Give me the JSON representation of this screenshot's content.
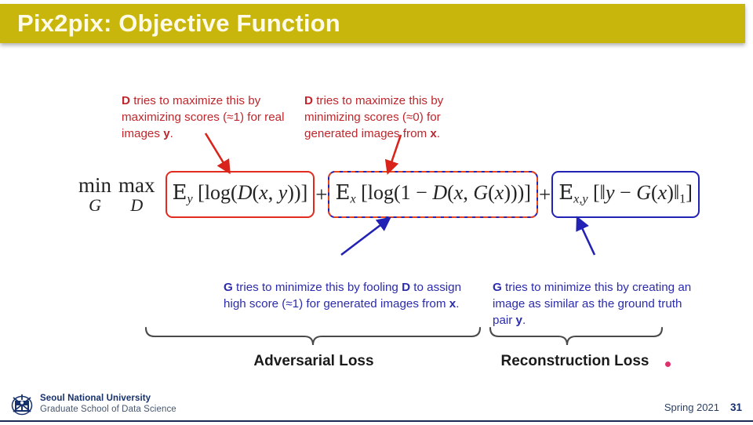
{
  "slide": {
    "title": "Pix2pix: Objective Function",
    "title_bar_color": "#c9b60c",
    "title_text_color": "#fdfbe8"
  },
  "annotations": {
    "top_left": {
      "lead": "D",
      "text": " tries to maximize this by maximizing scores (≈1) for real images ",
      "tail_bold": "y",
      "tail": ".",
      "color": "#c0262b",
      "target": "first-expectation-term"
    },
    "top_right": {
      "lead": "D",
      "text": " tries to maximize this by minimizing scores (≈0) for generated images from ",
      "tail_bold": "x",
      "tail": ".",
      "color": "#c0262b",
      "target": "second-expectation-term"
    },
    "bottom_left": {
      "lead": "G",
      "text": " tries to minimize this by fooling ",
      "mid_bold": "D",
      "text2": " to assign high score (≈1) for generated images from ",
      "tail_bold": "x",
      "tail": ".",
      "color": "#2b2bad",
      "target": "second-expectation-term"
    },
    "bottom_right": {
      "lead": "G",
      "text": " tries to minimize this by creating an image as similar as the ground truth pair ",
      "tail_bold": "y",
      "tail": ".",
      "color": "#2b2bad",
      "target": "third-expectation-term"
    }
  },
  "formula": {
    "minmax": [
      {
        "op": "min",
        "sub": "G"
      },
      {
        "op": "max",
        "sub": "D"
      }
    ],
    "plus_1": "+",
    "plus_2": "+",
    "terms": [
      {
        "id": "term1",
        "latex": "\\mathbb{E}_y [\\log(D(x,y))]",
        "plain": "E_y [log(D(x, y))]",
        "border": "solid-red",
        "border_color": "#e02b1e"
      },
      {
        "id": "term2",
        "latex": "\\mathbb{E}_x [\\log(1 - D(x, G(x)))]",
        "plain": "E_x [log(1 - D(x, G(x)))]",
        "border": "solid-blue-with-red-dashed",
        "border_color": "#2222b4",
        "border_color_2": "#e8451a"
      },
      {
        "id": "term3",
        "latex": "\\mathbb{E}_{x,y} [\\|y - G(x)\\|_1]",
        "plain": "E_{x,y} [||y - G(x)||_1]",
        "border": "solid-blue",
        "border_color": "#2222b4"
      }
    ]
  },
  "loss_labels": {
    "adversarial": "Adversarial Loss",
    "reconstruction": "Reconstruction Loss"
  },
  "footer": {
    "university": "Seoul National University",
    "school": "Graduate School of Data Science",
    "term": "Spring 2021",
    "page": "31"
  }
}
